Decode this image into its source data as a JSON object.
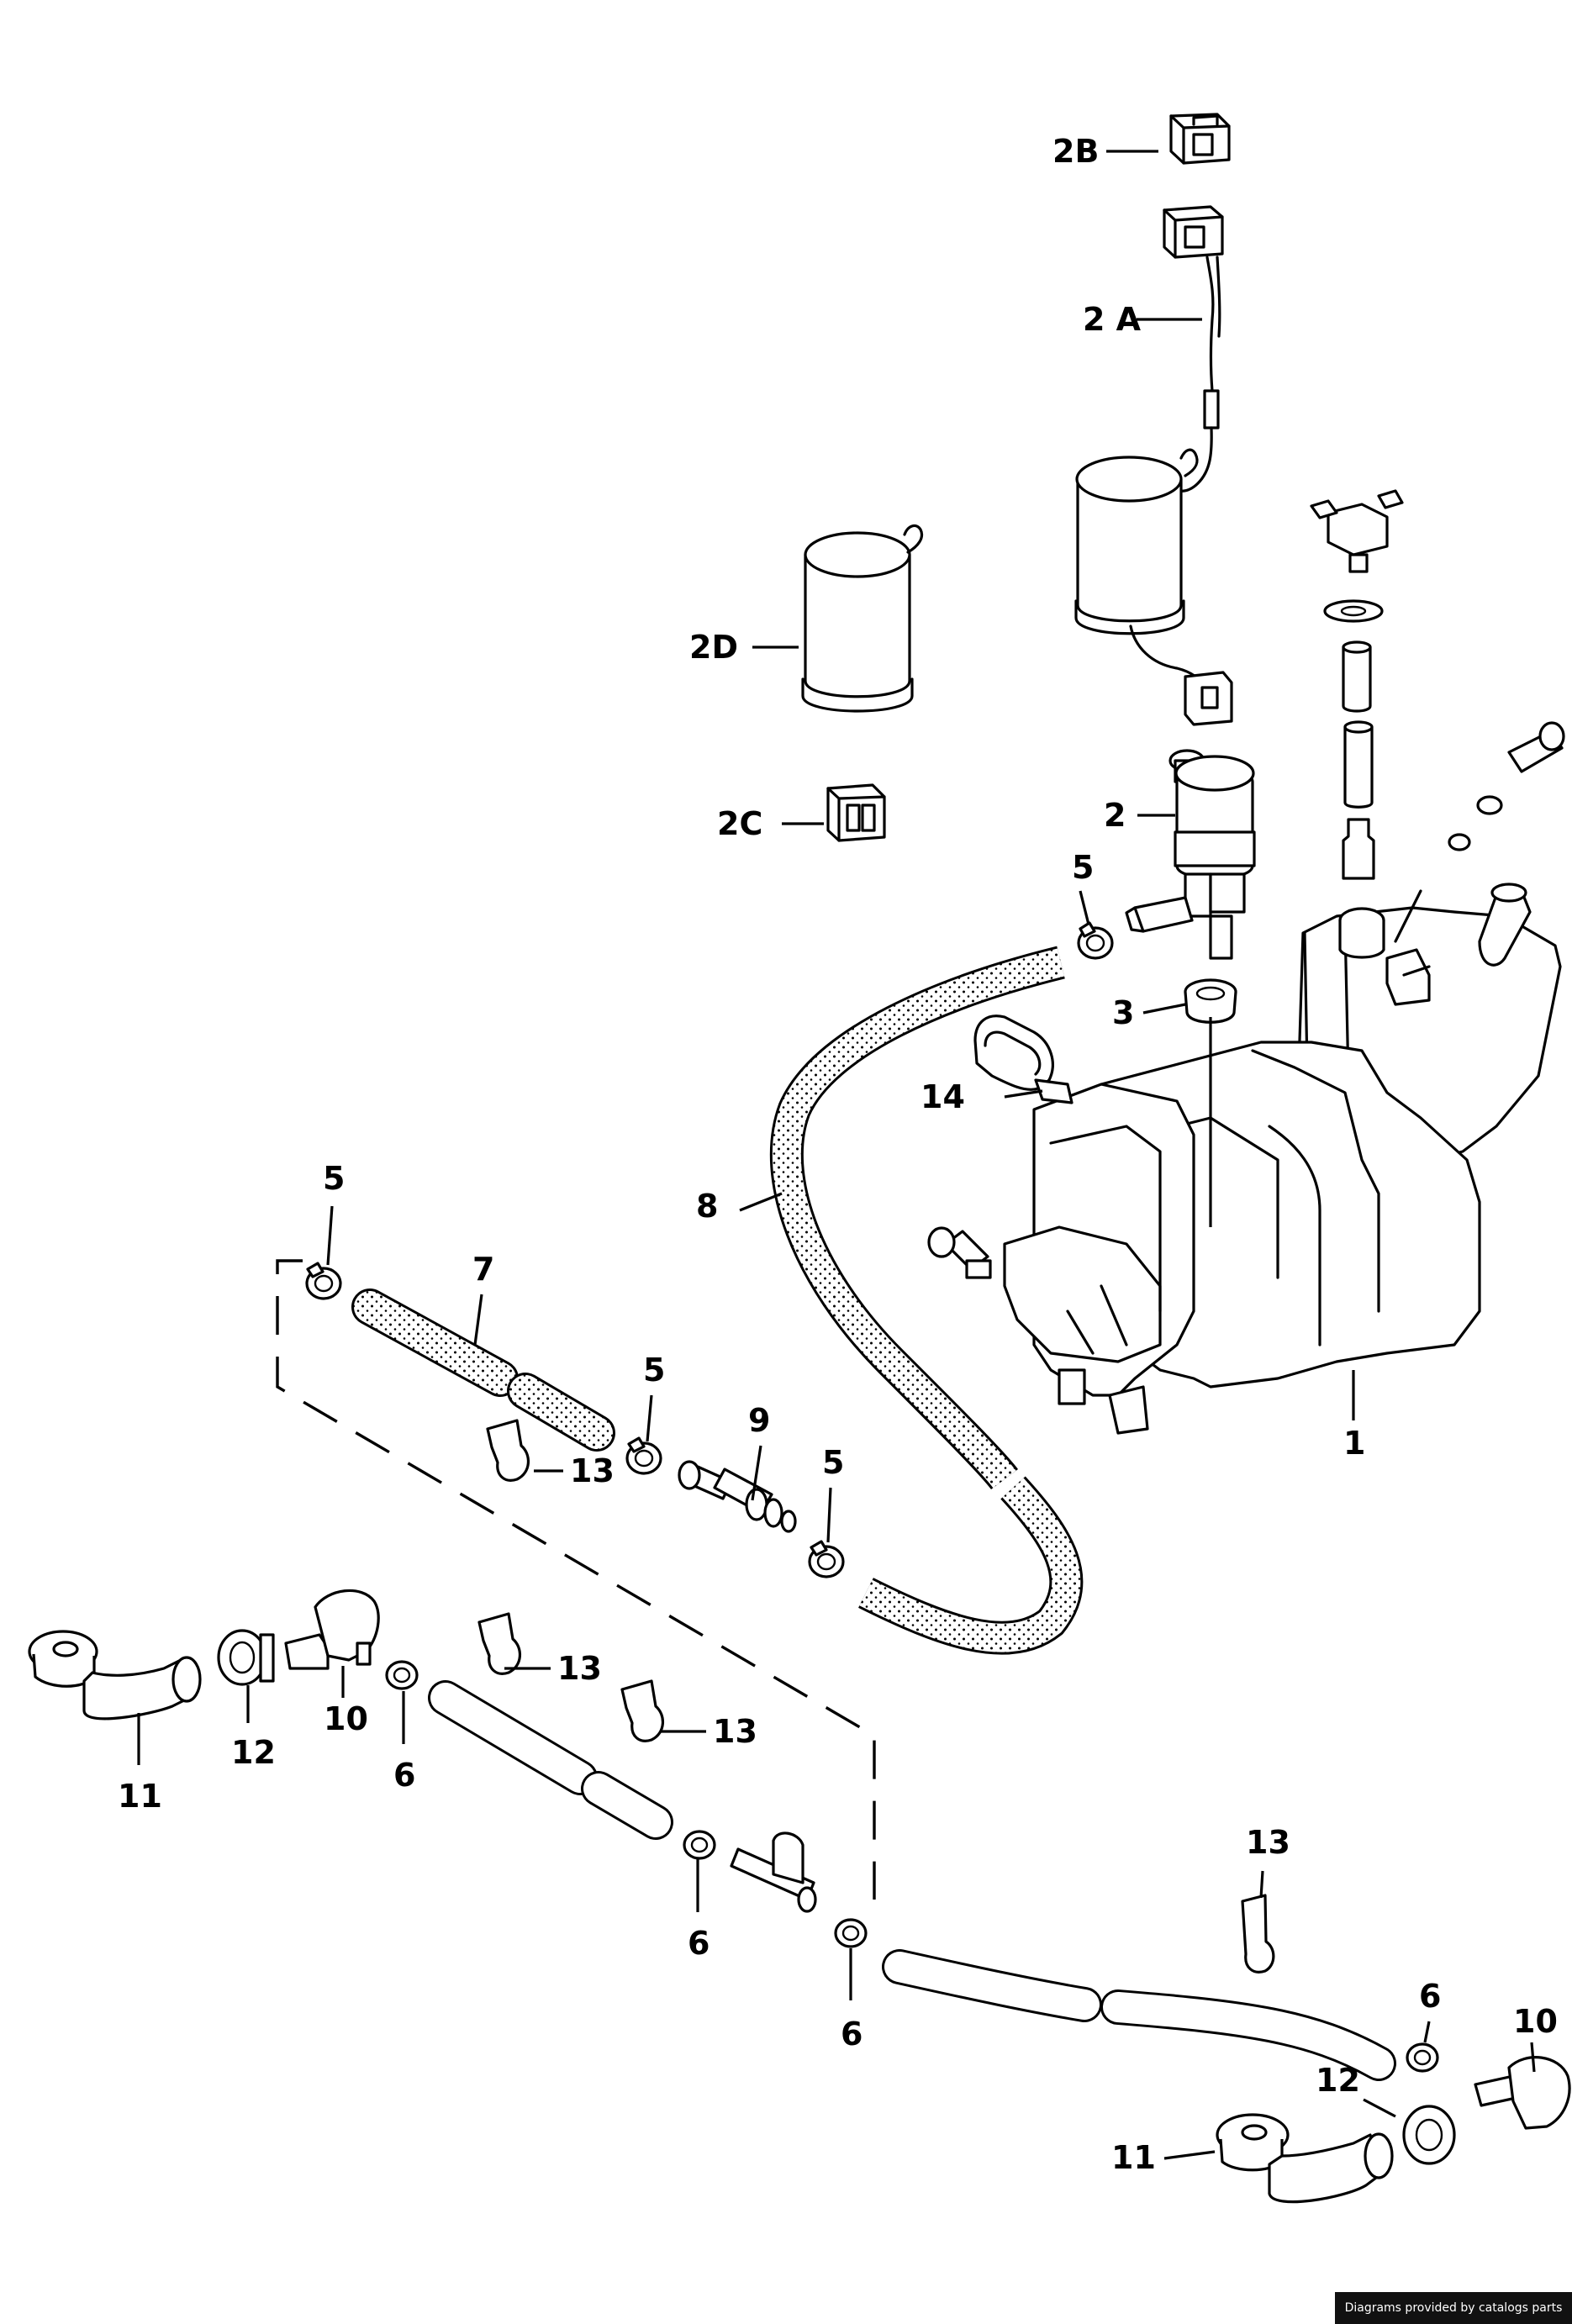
{
  "callouts": {
    "n1": "1",
    "n2": "2",
    "n2a": "2 A",
    "n2b": "2B",
    "n2c": "2C",
    "n2d": "2D",
    "n3": "3",
    "n5a": "5",
    "n5b": "5",
    "n5c": "5",
    "n5d": "5",
    "n6a": "6",
    "n6b": "6",
    "n6c": "6",
    "n6d": "6",
    "n7": "7",
    "n8": "8",
    "n9": "9",
    "n10a": "10",
    "n10b": "10",
    "n11a": "11",
    "n11b": "11",
    "n12a": "12",
    "n12b": "12",
    "n13a": "13",
    "n13b": "13",
    "n13c": "13",
    "n13d": "13",
    "n14": "14"
  },
  "credit": "Diagrams provided by catalogs parts"
}
